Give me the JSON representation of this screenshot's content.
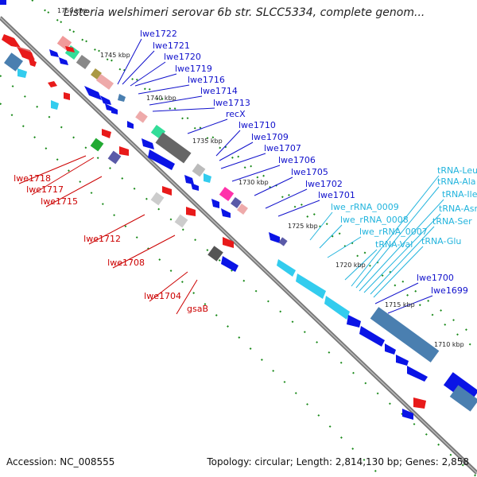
{
  "title": "Listeria welshimeri serovar 6b str. SLCC5334, complete genom...",
  "footer": {
    "accession": "Accession: NC_008555",
    "topology": "Topology: circular; Length: 2,814,130 bp; Genes: 2,858"
  },
  "colors": {
    "backbone": "#7f7f7f",
    "blue_gene": "#0a14e6",
    "red_gene": "#ee1111",
    "cyan_rna": "#33ccee",
    "steel": "#4a7fb0",
    "grey": "#8c8c8c",
    "tick_green": "#1a8a1a",
    "label_blue": "#1111cc",
    "label_red": "#cc0000",
    "label_cyan": "#22b4dd"
  },
  "scale_ticks": [
    "1750 kbp",
    "1745 kbp",
    "1740 kbp",
    "1735 kbp",
    "1730 kbp",
    "1725 kbp",
    "1720 kbp",
    "1715 kbp",
    "1710 kbp"
  ],
  "labels_blue": [
    "lwe1722",
    "lwe1721",
    "lwe1720",
    "lwe1719",
    "lwe1716",
    "lwe1714",
    "lwe1713",
    "recX",
    "lwe1710",
    "lwe1709",
    "lwe1707",
    "lwe1706",
    "lwe1705",
    "lwe1702",
    "lwe1701",
    "lwe1700",
    "lwe1699"
  ],
  "labels_red": [
    "lwe1718",
    "lwe1717",
    "lwe1715",
    "lwe1712",
    "lwe1708",
    "lwe1704",
    "gsaB"
  ],
  "labels_cyan": [
    "lwe_rRNA_0009",
    "lwe_rRNA_0008",
    "lwe_rRNA_0007",
    "tRNA-Val",
    "tRNA-Leu",
    "tRNA-Ala",
    "tRNA-Ile",
    "tRNA-Asn",
    "tRNA-Ser",
    "tRNA-Glu"
  ]
}
